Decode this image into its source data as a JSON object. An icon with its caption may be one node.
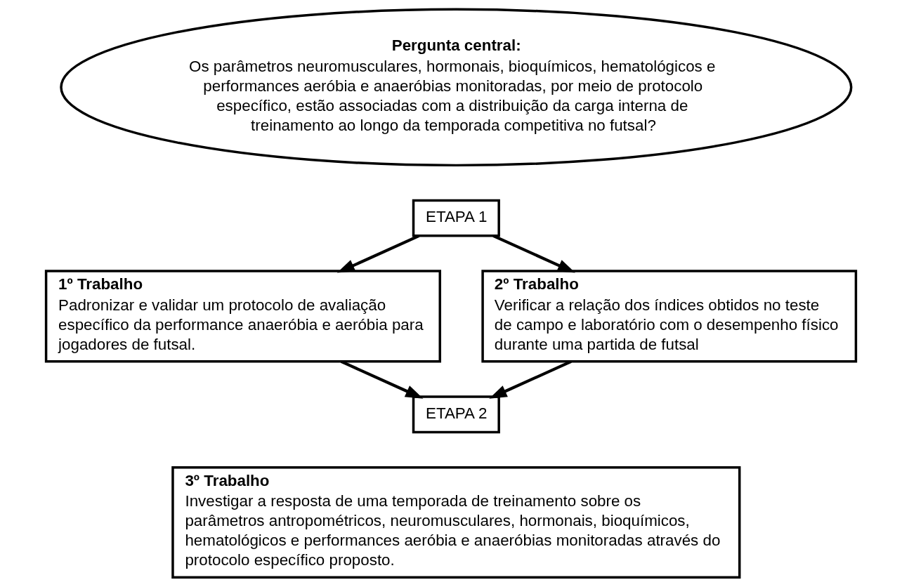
{
  "diagram": {
    "nodes": [
      {
        "text": [
          "Pergunta central:",
          "Os parâmetros neuromusculares, hormonais, bioquímicos, hematológicos e performances aeróbia e anaeróbias monitoradas, por meio de protocolo específico, estão associadas com a distribuição da carga interna de treinamento ao longo da temporada competitiva no futsal?"
        ]
      },
      {
        "text": [
          "ETAPA 1"
        ]
      },
      {
        "text": [
          "1º Trabalho",
          "Padronizar e validar um protocolo de avaliação específico da performance anaeróbia e aeróbia para jogadores de futsal."
        ]
      },
      {
        "text": [
          "2º Trabalho",
          "Verificar a relação dos índices obtidos no teste de campo e laboratório com o desempenho físico durante uma partida de futsal"
        ]
      },
      {
        "text": [
          "ETAPA 2"
        ]
      },
      {
        "text": [
          "3º Trabalho",
          "Investigar a resposta de uma temporada de treinamento sobre os parâmetros antropométricos, neuromusculares, hormonais, bioquímicos, hematológicos e performances aeróbia e anaeróbias monitoradas através do protocolo específico proposto."
        ]
      }
    ],
    "edges": [
      {
        "from": 1,
        "to": 2,
        "arrow": "to"
      },
      {
        "from": 1,
        "to": 3,
        "arrow": "to"
      },
      {
        "from": 2,
        "to": 4,
        "arrow": "to"
      },
      {
        "from": 3,
        "to": 4,
        "arrow": "to"
      }
    ]
  }
}
